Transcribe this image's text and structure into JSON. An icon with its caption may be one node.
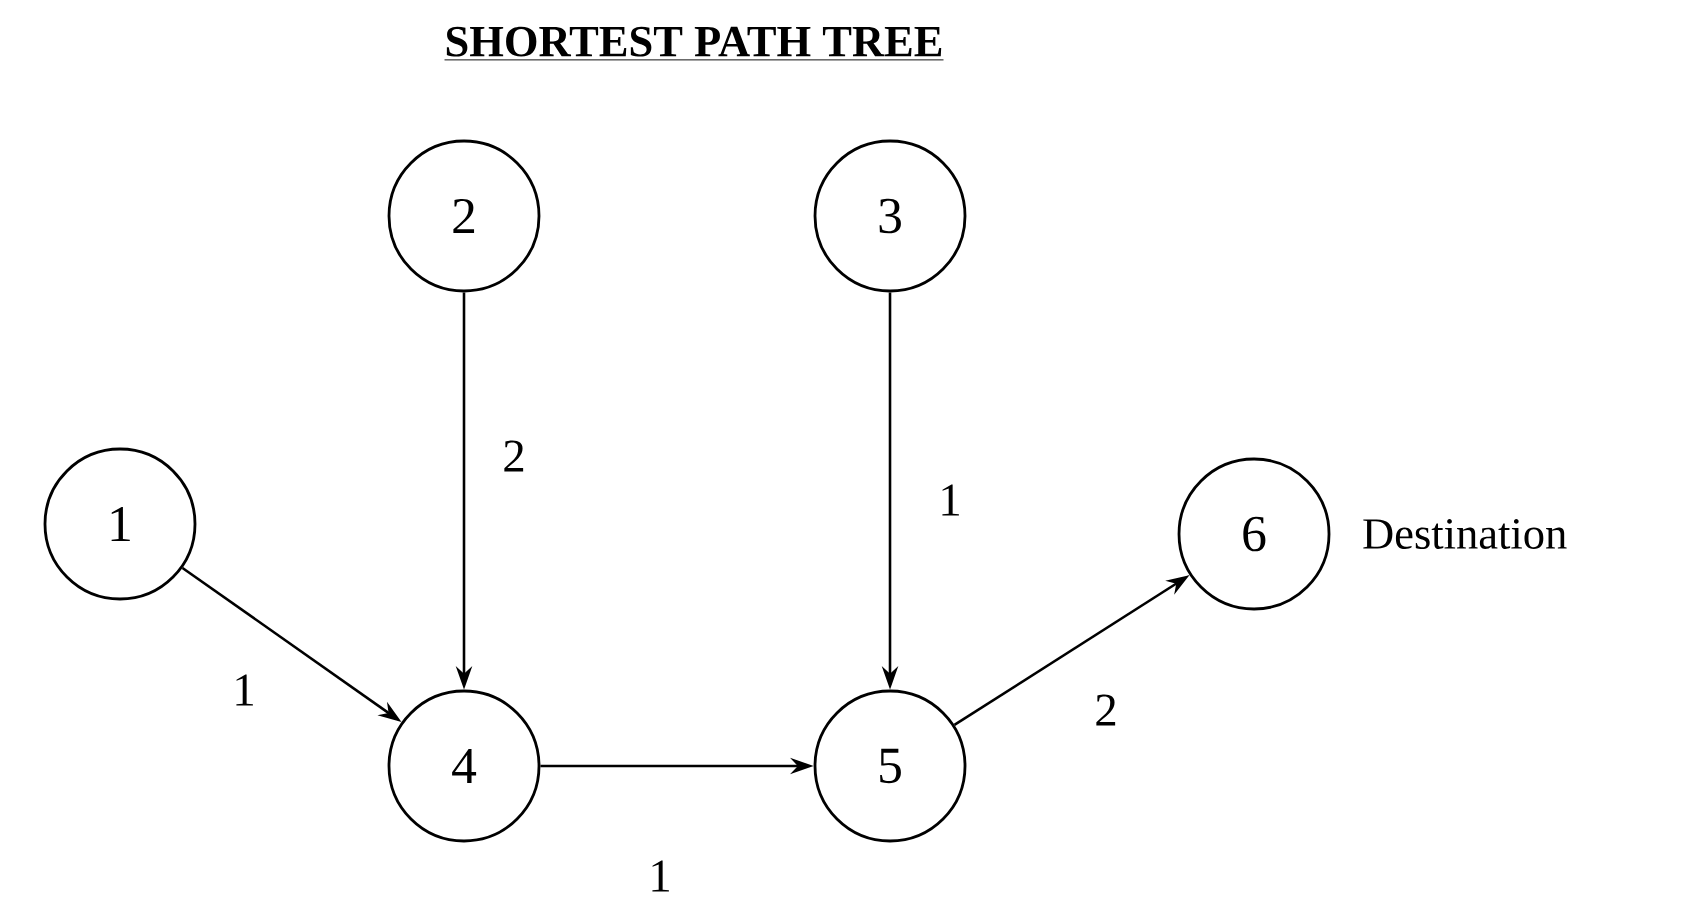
{
  "diagram": {
    "title": "SHORTEST PATH TREE",
    "nodes": [
      {
        "text": [
          "1"
        ]
      },
      {
        "text": [
          "2"
        ]
      },
      {
        "text": [
          "3"
        ]
      },
      {
        "text": [
          "4"
        ]
      },
      {
        "text": [
          "5"
        ]
      },
      {
        "text": [
          "6"
        ],
        "beside": [
          "Destination"
        ]
      }
    ],
    "edges": [
      {
        "from": 1,
        "to": 3,
        "arrow": "to",
        "label": "2"
      },
      {
        "from": 2,
        "to": 4,
        "arrow": "to",
        "label": "1"
      },
      {
        "from": 0,
        "to": 3,
        "arrow": "to",
        "label": "1"
      },
      {
        "from": 3,
        "to": 4,
        "arrow": "to",
        "label": "1"
      },
      {
        "from": 4,
        "to": 5,
        "arrow": "to",
        "label": "2"
      }
    ]
  }
}
